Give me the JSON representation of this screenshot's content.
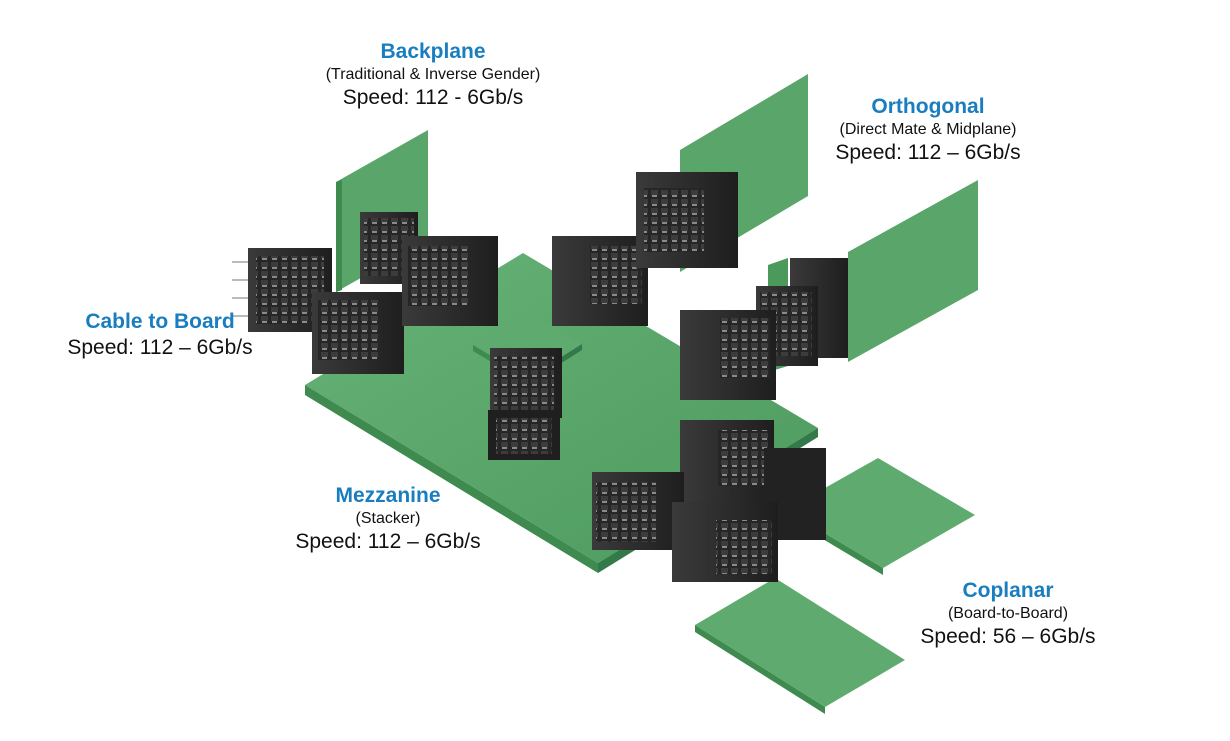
{
  "labels": {
    "backplane": {
      "title": "Backplane",
      "subtitle": "(Traditional & Inverse Gender)",
      "speed": "Speed: 112 - 6Gb/s"
    },
    "orthogonal": {
      "title": "Orthogonal",
      "subtitle": "(Direct Mate & Midplane)",
      "speed": "Speed: 112 – 6Gb/s"
    },
    "cable": {
      "title": "Cable to Board",
      "speed": "Speed: 112 – 6Gb/s"
    },
    "mezzanine": {
      "title": "Mezzanine",
      "subtitle": "(Stacker)",
      "speed": "Speed: 112 – 6Gb/s"
    },
    "coplanar": {
      "title": "Coplanar",
      "subtitle": "(Board-to-Board)",
      "speed": "Speed: 56 – 6Gb/s"
    }
  },
  "colors": {
    "title": "#1a7dc0",
    "pcb_top": "#5aa66a",
    "pcb_edge": "#3e8a4f",
    "connector": "#2b2b2b"
  }
}
